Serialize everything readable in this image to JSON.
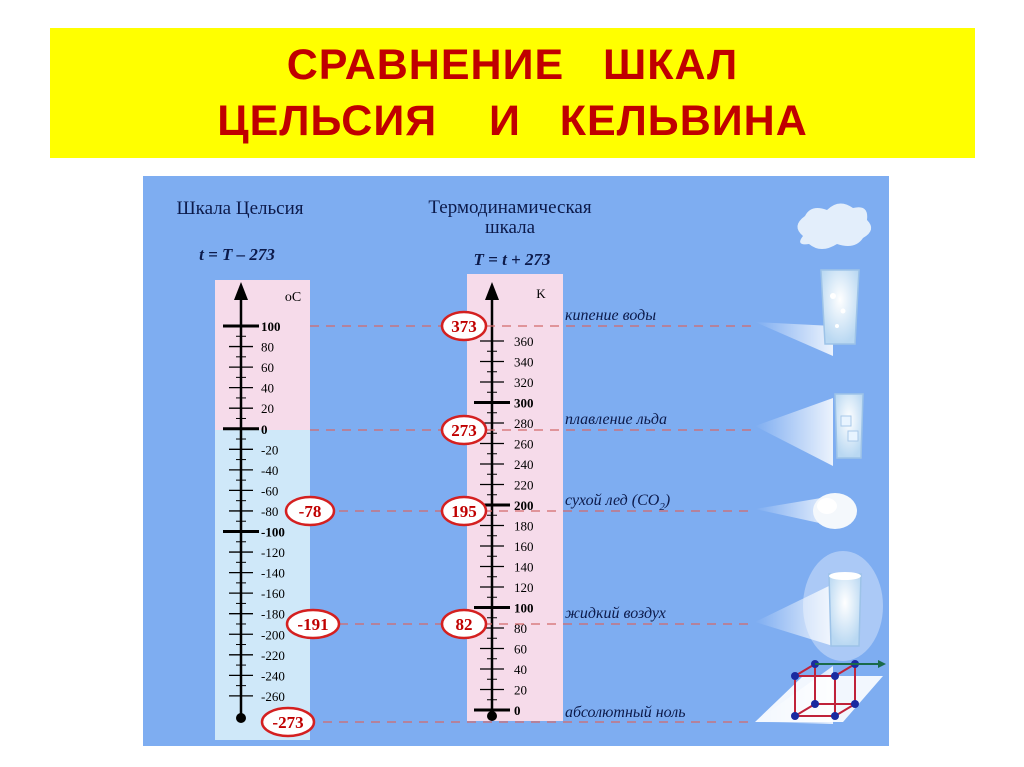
{
  "title": {
    "line1": "СРАВНЕНИЕ   ШКАЛ",
    "line2": "ЦЕЛЬСИЯ    И   КЕЛЬВИНА"
  },
  "celsius": {
    "heading": "Шкала Цельсия",
    "formula": "t = T – 273",
    "unit": "oC",
    "ticks": [
      "100",
      "80",
      "60",
      "40",
      "20",
      "0",
      "-20",
      "-40",
      "-60",
      "-80",
      "-100",
      "-120",
      "-140",
      "-160",
      "-180",
      "-200",
      "-220",
      "-240",
      "-260"
    ],
    "bold_ticks": [
      "100",
      "0",
      "-100"
    ],
    "markers": [
      "-78",
      "-191",
      "-273"
    ]
  },
  "kelvin": {
    "heading_line1": "Термодинамическая",
    "heading_line2": "шкала",
    "formula": "T = t + 273",
    "unit": "K",
    "ticks": [
      "360",
      "340",
      "320",
      "300",
      "280",
      "260",
      "240",
      "220",
      "200",
      "180",
      "160",
      "140",
      "120",
      "100",
      "80",
      "60",
      "40",
      "20",
      "0"
    ],
    "bold_ticks": [
      "300",
      "200",
      "100",
      "0"
    ],
    "markers": [
      "373",
      "273",
      "195",
      "82"
    ]
  },
  "phenomena": [
    "кипение воды",
    "плавление льда",
    "сухой лед (CO",
    "жидкий воздух",
    "абсолютный ноль"
  ],
  "co2_subscript": "2",
  "co2_close": ")",
  "colors": {
    "banner": "#ffff00",
    "title": "#c00000",
    "panel": "#7eadf1",
    "warm": "#f6dbea",
    "cold": "#cfe8f9",
    "marker_ring": "#d42020"
  },
  "icons": [
    "boiling-water-glass-icon",
    "ice-water-glass-icon",
    "dry-ice-icon",
    "liquid-air-glass-icon",
    "crystal-lattice-icon"
  ]
}
